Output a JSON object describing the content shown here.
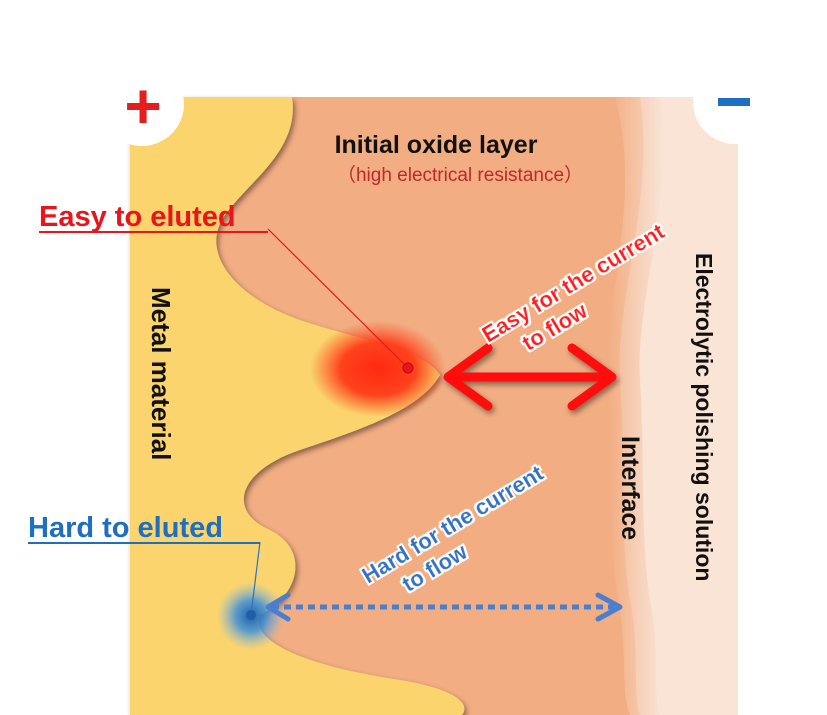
{
  "terminals": {
    "positive": "+",
    "negative": "−"
  },
  "layers": {
    "oxide_title": "Initial oxide layer",
    "oxide_subtitle": "（high electrical resistance）",
    "metal": "Metal material",
    "solution": "Electrolytic polishing solution",
    "interface": "Interface"
  },
  "callouts": {
    "easy_eluted": "Easy to eluted",
    "hard_eluted": "Hard to eluted",
    "easy_current_line1": "Easy for the current",
    "easy_current_line2": "to flow",
    "hard_current_line1": "Hard for the current",
    "hard_current_line2": "to flow"
  },
  "colors": {
    "metal": "#fbd46e",
    "oxide": "#f2ad82",
    "solution": "#f9e4d6",
    "easy": "#e8161b",
    "hard": "#2e73c4",
    "positive_terminal": "#e41e1e",
    "negative_terminal": "#1f6fc0"
  }
}
